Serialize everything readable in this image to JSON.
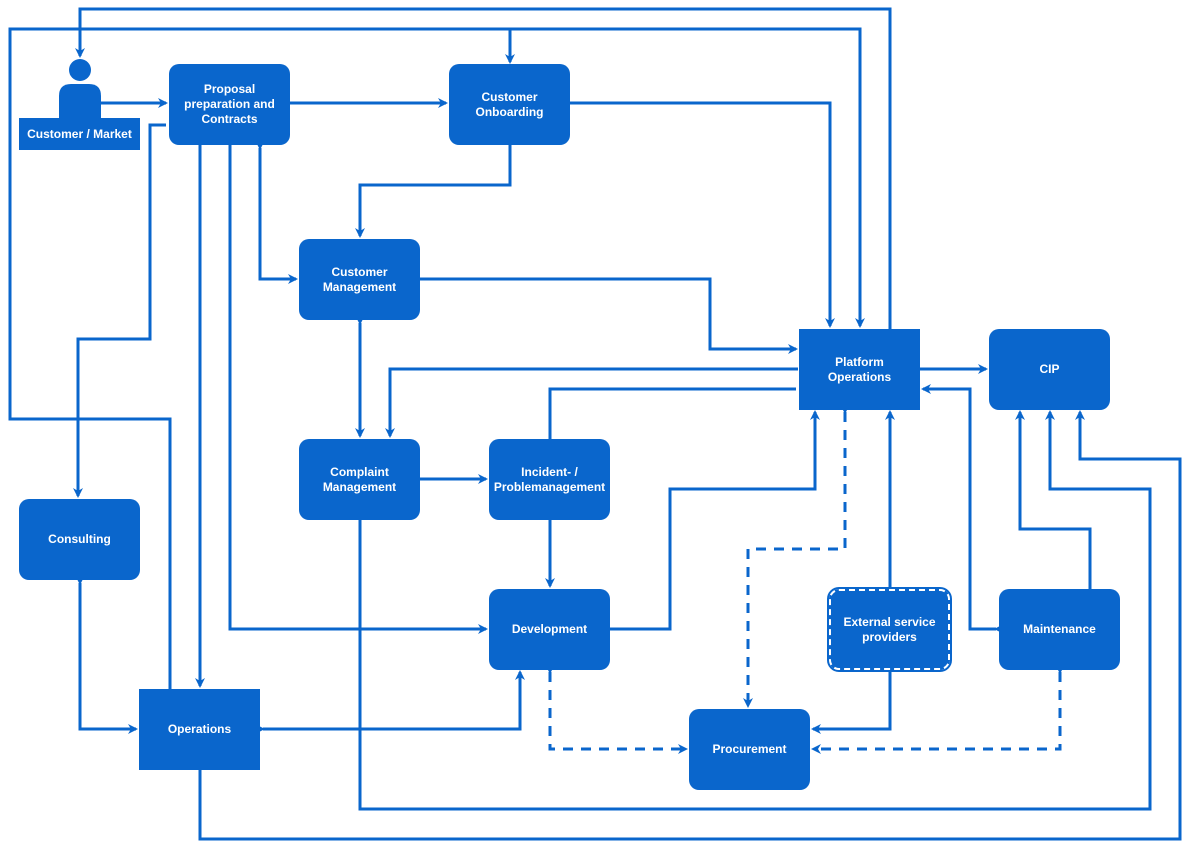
{
  "colors": {
    "primary": "#0a66cc",
    "text": "#ffffff",
    "background": "#ffffff"
  },
  "nodes": {
    "customer_market": "Customer / Market",
    "proposal": "Proposal preparation and Contracts",
    "onboarding": "Customer Onboarding",
    "customer_management": "Customer Management",
    "platform_operations": "Platform Operations",
    "cip": "CIP",
    "complaint": "Complaint Management",
    "incident": "Incident- / Problemanagement",
    "consulting": "Consulting",
    "development": "Development",
    "external": "External service providers",
    "maintenance": "Maintenance",
    "operations": "Operations",
    "procurement": "Procurement"
  },
  "icons": {
    "actor": "person-icon"
  }
}
